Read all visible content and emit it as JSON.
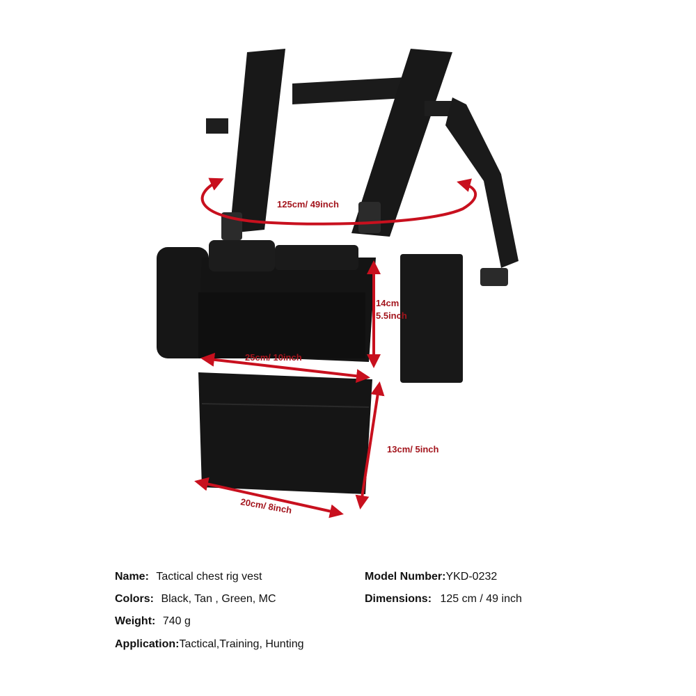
{
  "image": {
    "subject": "Tactical chest rig vest",
    "dimension_labels": {
      "strap_length": "125cm/ 49inch",
      "panel_height_cm": "14cm",
      "panel_height_inch": "5.5inch",
      "panel_width": "25cm/ 10inch",
      "pouch_height": "13cm/ 5inch",
      "pouch_width": "20cm/ 8inch"
    },
    "colors": {
      "background": "#ffffff",
      "gear": "#161616",
      "arrow": "#c8101e",
      "label": "#a3151d"
    }
  },
  "specs": {
    "name": {
      "label": "Name:",
      "value": "Tactical chest rig vest"
    },
    "colors": {
      "label": "Colors:",
      "value": "Black, Tan , Green, MC"
    },
    "weight": {
      "label": "Weight:",
      "value": "740 g"
    },
    "application": {
      "label": "Application:",
      "value": "Tactical,Training, Hunting"
    },
    "model_number": {
      "label": "Model Number:",
      "value": "YKD-0232"
    },
    "dimensions": {
      "label": "Dimensions:",
      "value": "125 cm / 49 inch"
    }
  }
}
